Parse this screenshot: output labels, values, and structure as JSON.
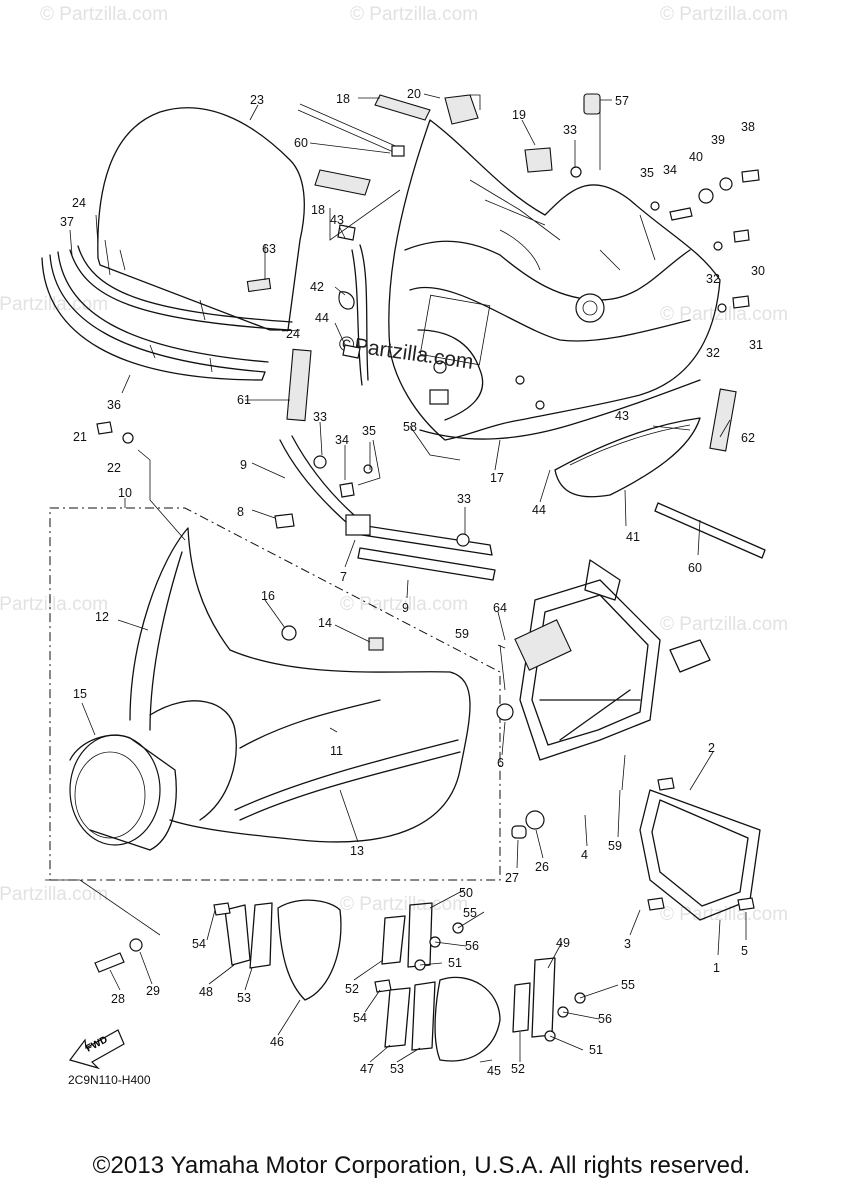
{
  "watermark_text": "© Partzilla.com",
  "center_watermark": "©Partzilla.com",
  "diagram_code": "2C9N110-H400",
  "fwd_label": "FWD",
  "copyright": "©2013 Yamaha Motor Corporation, U.S.A. All rights reserved.",
  "callouts": [
    "1",
    "2",
    "3",
    "4",
    "5",
    "6",
    "7",
    "8",
    "9",
    "9",
    "10",
    "11",
    "12",
    "13",
    "14",
    "15",
    "16",
    "17",
    "18",
    "18",
    "19",
    "20",
    "21",
    "22",
    "23",
    "24",
    "24",
    "26",
    "27",
    "28",
    "29",
    "30",
    "31",
    "32",
    "32",
    "33",
    "33",
    "33",
    "34",
    "34",
    "35",
    "35",
    "36",
    "37",
    "38",
    "39",
    "40",
    "41",
    "42",
    "43",
    "43",
    "44",
    "44",
    "45",
    "46",
    "47",
    "48",
    "49",
    "50",
    "51",
    "51",
    "52",
    "52",
    "53",
    "53",
    "54",
    "54",
    "55",
    "55",
    "56",
    "56",
    "57",
    "58",
    "59",
    "59",
    "60",
    "60",
    "61",
    "62",
    "63",
    "64"
  ]
}
